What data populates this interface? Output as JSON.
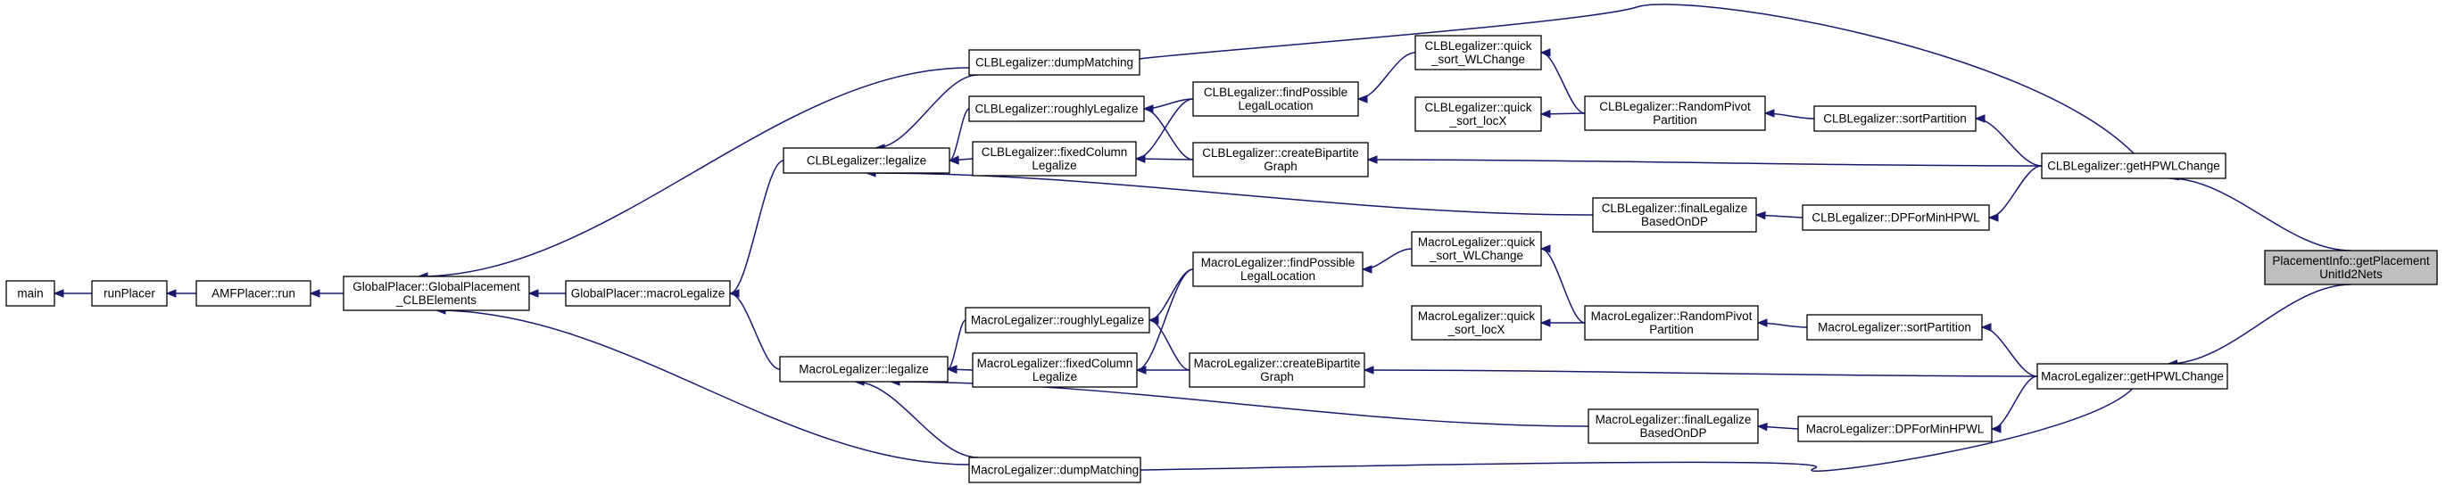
{
  "diagram": {
    "type": "call-graph",
    "edge_color": "#191970",
    "root_fill": "#bfbfbf",
    "nodes": [
      {
        "id": "main",
        "lines": [
          "main"
        ]
      },
      {
        "id": "runPlacer",
        "lines": [
          "runPlacer"
        ]
      },
      {
        "id": "amfRun",
        "lines": [
          "AMFPlacer::run"
        ]
      },
      {
        "id": "gpGlobal",
        "lines": [
          "GlobalPlacer::GlobalPlacement",
          "_CLBElements"
        ]
      },
      {
        "id": "gpMacro",
        "lines": [
          "GlobalPlacer::macroLegalize"
        ]
      },
      {
        "id": "clbLegalize",
        "lines": [
          "CLBLegalizer::legalize"
        ]
      },
      {
        "id": "clbDump",
        "lines": [
          "CLBLegalizer::dumpMatching"
        ]
      },
      {
        "id": "clbRough",
        "lines": [
          "CLBLegalizer::roughlyLegalize"
        ]
      },
      {
        "id": "clbFixed",
        "lines": [
          "CLBLegalizer::fixedColumn",
          "Legalize"
        ]
      },
      {
        "id": "clbFind",
        "lines": [
          "CLBLegalizer::findPossible",
          "LegalLocation"
        ]
      },
      {
        "id": "clbBip",
        "lines": [
          "CLBLegalizer::createBipartite",
          "Graph"
        ]
      },
      {
        "id": "clbQWL",
        "lines": [
          "CLBLegalizer::quick",
          "_sort_WLChange"
        ]
      },
      {
        "id": "clbQLoc",
        "lines": [
          "CLBLegalizer::quick",
          "_sort_locX"
        ]
      },
      {
        "id": "clbRPP",
        "lines": [
          "CLBLegalizer::RandomPivot",
          "Partition"
        ]
      },
      {
        "id": "clbSort",
        "lines": [
          "CLBLegalizer::sortPartition"
        ]
      },
      {
        "id": "clbFinal",
        "lines": [
          "CLBLegalizer::finalLegalize",
          "BasedOnDP"
        ]
      },
      {
        "id": "clbDP",
        "lines": [
          "CLBLegalizer::DPForMinHPWL"
        ]
      },
      {
        "id": "clbHPWL",
        "lines": [
          "CLBLegalizer::getHPWLChange"
        ]
      },
      {
        "id": "root",
        "lines": [
          "PlacementInfo::getPlacement",
          "UnitId2Nets"
        ]
      },
      {
        "id": "macLegalize",
        "lines": [
          "MacroLegalizer::legalize"
        ]
      },
      {
        "id": "macRough",
        "lines": [
          "MacroLegalizer::roughlyLegalize"
        ]
      },
      {
        "id": "macFixed",
        "lines": [
          "MacroLegalizer::fixedColumn",
          "Legalize"
        ]
      },
      {
        "id": "macFind",
        "lines": [
          "MacroLegalizer::findPossible",
          "LegalLocation"
        ]
      },
      {
        "id": "macBip",
        "lines": [
          "MacroLegalizer::createBipartite",
          "Graph"
        ]
      },
      {
        "id": "macQWL",
        "lines": [
          "MacroLegalizer::quick",
          "_sort_WLChange"
        ]
      },
      {
        "id": "macQLoc",
        "lines": [
          "MacroLegalizer::quick",
          "_sort_locX"
        ]
      },
      {
        "id": "macRPP",
        "lines": [
          "MacroLegalizer::RandomPivot",
          "Partition"
        ]
      },
      {
        "id": "macSort",
        "lines": [
          "MacroLegalizer::sortPartition"
        ]
      },
      {
        "id": "macFinal",
        "lines": [
          "MacroLegalizer::finalLegalize",
          "BasedOnDP"
        ]
      },
      {
        "id": "macDP",
        "lines": [
          "MacroLegalizer::DPForMinHPWL"
        ]
      },
      {
        "id": "macHPWL",
        "lines": [
          "MacroLegalizer::getHPWLChange"
        ]
      },
      {
        "id": "macDump",
        "lines": [
          "MacroLegalizer::dumpMatching"
        ]
      }
    ],
    "edges": [
      {
        "from": "main",
        "to": "runPlacer"
      },
      {
        "from": "runPlacer",
        "to": "amfRun"
      },
      {
        "from": "amfRun",
        "to": "gpGlobal"
      },
      {
        "from": "gpGlobal",
        "to": "gpMacro"
      },
      {
        "from": "gpGlobal",
        "to": "clbDump"
      },
      {
        "from": "gpGlobal",
        "to": "macDump"
      },
      {
        "from": "gpMacro",
        "to": "clbLegalize"
      },
      {
        "from": "gpMacro",
        "to": "macLegalize"
      },
      {
        "from": "clbLegalize",
        "to": "clbDump"
      },
      {
        "from": "clbLegalize",
        "to": "clbRough"
      },
      {
        "from": "clbLegalize",
        "to": "clbFixed"
      },
      {
        "from": "clbLegalize",
        "to": "clbFinal"
      },
      {
        "from": "clbDump",
        "to": "clbHPWL"
      },
      {
        "from": "clbRough",
        "to": "clbFind"
      },
      {
        "from": "clbRough",
        "to": "clbBip"
      },
      {
        "from": "clbFixed",
        "to": "clbFind"
      },
      {
        "from": "clbFixed",
        "to": "clbBip"
      },
      {
        "from": "clbFind",
        "to": "clbQWL"
      },
      {
        "from": "clbBip",
        "to": "clbHPWL"
      },
      {
        "from": "clbQWL",
        "to": "clbRPP"
      },
      {
        "from": "clbQLoc",
        "to": "clbRPP"
      },
      {
        "from": "clbRPP",
        "to": "clbSort"
      },
      {
        "from": "clbSort",
        "to": "clbHPWL"
      },
      {
        "from": "clbFinal",
        "to": "clbDP"
      },
      {
        "from": "clbDP",
        "to": "clbHPWL"
      },
      {
        "from": "clbHPWL",
        "to": "root"
      },
      {
        "from": "macLegalize",
        "to": "macRough"
      },
      {
        "from": "macLegalize",
        "to": "macFixed"
      },
      {
        "from": "macLegalize",
        "to": "macFinal"
      },
      {
        "from": "macLegalize",
        "to": "macDump"
      },
      {
        "from": "macRough",
        "to": "macFind"
      },
      {
        "from": "macRough",
        "to": "macBip"
      },
      {
        "from": "macFixed",
        "to": "macFind"
      },
      {
        "from": "macFixed",
        "to": "macBip"
      },
      {
        "from": "macFind",
        "to": "macQWL"
      },
      {
        "from": "macBip",
        "to": "macHPWL"
      },
      {
        "from": "macQWL",
        "to": "macRPP"
      },
      {
        "from": "macQLoc",
        "to": "macRPP"
      },
      {
        "from": "macRPP",
        "to": "macSort"
      },
      {
        "from": "macSort",
        "to": "macHPWL"
      },
      {
        "from": "macFinal",
        "to": "macDP"
      },
      {
        "from": "macDP",
        "to": "macHPWL"
      },
      {
        "from": "macDump",
        "to": "macHPWL"
      },
      {
        "from": "macHPWL",
        "to": "root"
      }
    ]
  }
}
